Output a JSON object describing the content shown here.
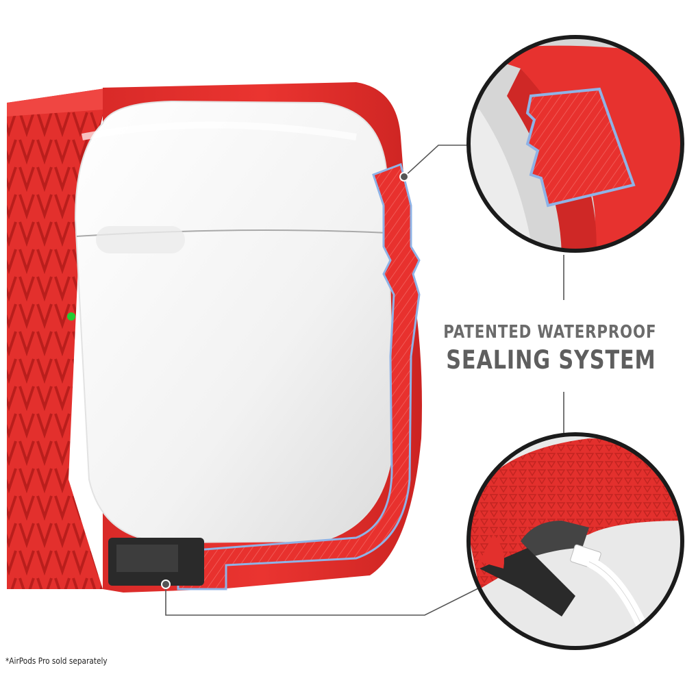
{
  "headline": {
    "line1": "PATENTED WATERPROOF",
    "line2": "SEALING SYSTEM"
  },
  "footnote": "*AirPods Pro sold separately",
  "colors": {
    "case_red": "#e8312e",
    "case_red_dark": "#c8201f",
    "seal_blue": "#8fb3e6",
    "airpods_white": "#f4f4f4",
    "callout_line": "#555555",
    "headline_gray": "#6b6b6b",
    "led_green": "#22cc33"
  }
}
